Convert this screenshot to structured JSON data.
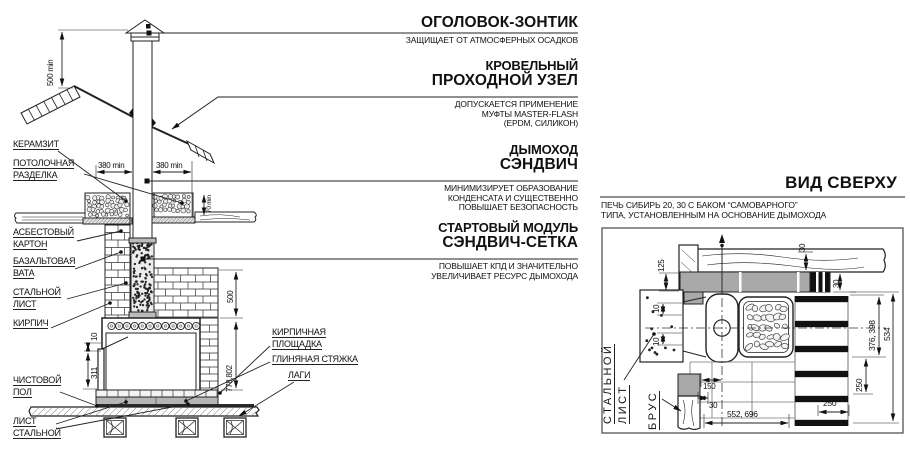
{
  "palette": {
    "ink": "#1a1a1a",
    "steel_gray": "#a9a9a9"
  },
  "left": {
    "annotations": [
      {
        "kicker": "",
        "title": "ОГОЛОВОК-ЗОНТИК",
        "lines": [
          "ЗАЩИЩАЕТ ОТ АТМОСФЕРНЫХ ОСАДКОВ"
        ]
      },
      {
        "kicker": "КРОВЕЛЬНЫЙ",
        "title": "ПРОХОДНОЙ УЗЕЛ",
        "lines": [
          "ДОПУСКАЕТСЯ ПРИМЕНЕНИЕ",
          "МУФТЫ MASTER-FLASH",
          "(EPDM, СИЛИКОН)"
        ]
      },
      {
        "kicker": "ДЫМОХОД",
        "title": "СЭНДВИЧ",
        "lines": [
          "МИНИМИЗИРУЕТ ОБРАЗОВАНИЕ",
          "КОНДЕНСАТА И СУЩЕСТВЕННО",
          "ПОВЫШАЕТ БЕЗОПАСНОСТЬ"
        ]
      },
      {
        "kicker": "СТАРТОВЫЙ МОДУЛЬ",
        "title": "СЭНДВИЧ-СЕТКА",
        "lines": [
          "ПОВЫШАЕТ КПД И ЗНАЧИТЕЛЬНО",
          "УВЕЛИЧИВАЕТ РЕСУРС ДЫМОХОДА"
        ]
      }
    ],
    "labels": {
      "keramzit": "КЕРАМЗИТ",
      "potolochnaya1": "ПОТОЛОЧНАЯ",
      "potolochnaya2": "РАЗДЕЛКА",
      "asbest1": "АСБЕСТОВЫЙ",
      "asbest2": "КАРТОН",
      "bazalt1": "БАЗАЛЬТОВАЯ",
      "bazalt2": "ВАТА",
      "stal1": "СТАЛЬНОЙ",
      "stal2": "ЛИСТ",
      "kirpich": "КИРПИЧ",
      "chistovoy1": "ЧИСТОВОЙ",
      "chistovoy2": "ПОЛ",
      "list1": "ЛИСТ",
      "list2": "СТАЛЬНОЙ",
      "kirp_ploshadka1": "КИРПИЧНАЯ",
      "kirp_ploshadka2": "ПЛОЩАДКА",
      "glinyanaya": "ГЛИНЯНАЯ СТЯЖКА",
      "lagi": "ЛАГИ"
    },
    "dims": {
      "h500min": "500 min",
      "l380": "380 min",
      "r380": "380 min",
      "m70": "70 min",
      "v500": "500",
      "v778": "778,802",
      "v10": "10",
      "v311": "311"
    }
  },
  "right": {
    "title": "ВИД СВЕРХУ",
    "subtitle1": "ПЕЧЬ СИБИРЬ 20, 30 С БАКОМ “САМОВАРНОГО”",
    "subtitle2": "ТИПА, УСТАНОВЛЕННЫМ НА ОСНОВАНИЕ ДЫМОХОДА",
    "labels": {
      "stal1": "СТАЛЬНОЙ",
      "stal2": "ЛИСТ",
      "brus": "БРУС"
    },
    "dims": {
      "d125": "125",
      "d10a": "10",
      "d10b": "10",
      "d150": "150",
      "d30b": "30",
      "d552": "552, 696",
      "d250h": "250",
      "d250v": "250",
      "d376": "376, 398",
      "d534": "534",
      "d30t": "30",
      "d30r": "30"
    }
  }
}
